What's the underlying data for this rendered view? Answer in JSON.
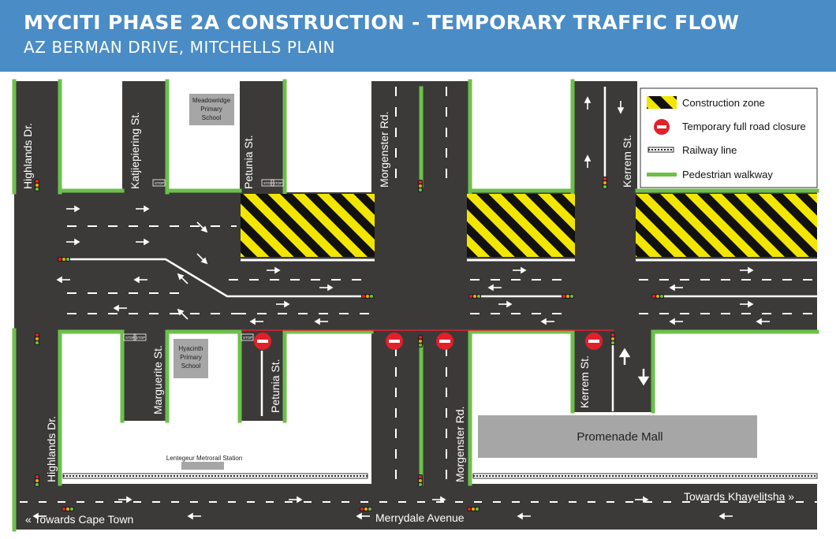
{
  "header": {
    "title": "MYCITI PHASE 2A CONSTRUCTION - TEMPORARY TRAFFIC FLOW",
    "subtitle": "AZ BERMAN DRIVE, MITCHELLS PLAIN"
  },
  "legend": {
    "construction_zone": "Construction zone",
    "road_closure": "Temporary full road closure",
    "railway": "Railway line",
    "walkway": "Pedestrian walkway"
  },
  "streets": {
    "highlands_top": "Highlands Dr.",
    "katjiepiering": "Katjiepiering St.",
    "petunia_top": "Petunia St.",
    "morgenster_top": "Morgenster Rd.",
    "kerrem_top": "Kerrem St.",
    "highlands_bottom": "Highlands Dr.",
    "marguerite": "Marguerite St.",
    "petunia_bottom": "Petunia St.",
    "morgenster_bottom": "Morgenster Rd.",
    "kerrem_bottom": "Kerrem St.",
    "merrydale": "Merrydale Avenue"
  },
  "places": {
    "meadowridge": [
      "Meadowridge",
      "Primary",
      "School"
    ],
    "hyacinth": [
      "Hyacinth",
      "Primary",
      "School"
    ],
    "promenade": "Promenade Mall",
    "lentegeur": "Lentegeur Metrorail Station",
    "towards_cape_town": "« Towards Cape Town",
    "towards_khayelitsha": "Towards Khayelitsha »"
  },
  "signs": {
    "stop": "STOP"
  },
  "colors": {
    "header": "#4a8cc6",
    "road": "#3b3a39",
    "walkway": "#6cc04a",
    "construction_yellow": "#f2e600",
    "closure_red": "#e2202a",
    "building": "#a6a6a6"
  }
}
